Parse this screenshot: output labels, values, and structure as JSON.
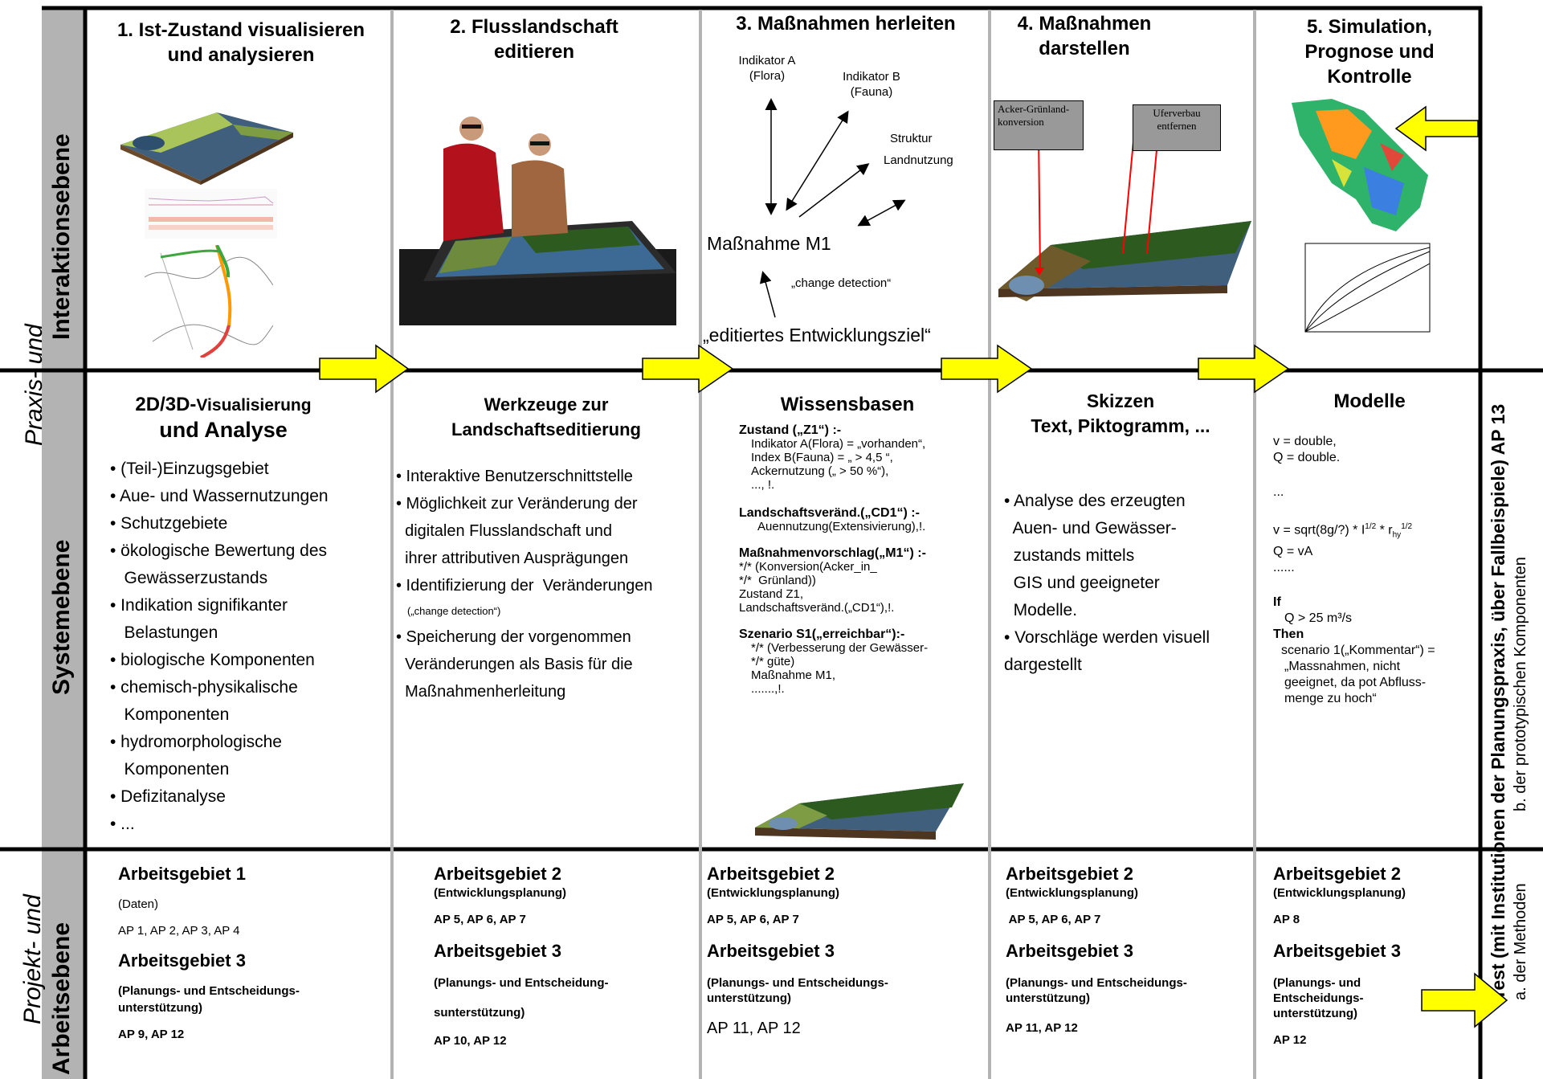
{
  "colors": {
    "band": "#b3b3b3",
    "arrow_fill": "#ffff00",
    "callout": "#999999",
    "red": "#ff0000"
  },
  "rows": {
    "outer_top": "Praxis- und",
    "interaktion": "Interaktionsebene",
    "system": "Systemebene",
    "outer_bottom": "Projekt- und",
    "arbeit": "Arbeitsebene"
  },
  "right_label": {
    "line1": "Test (mit Institutionen der Planungspraxis, über Fallbeispiele) AP 13",
    "line2a": "a.   der Methoden",
    "line2b": "b. der prototypischen Komponenten"
  },
  "columns": [
    {
      "title": "1. Ist-Zustand visualisieren und analysieren"
    },
    {
      "title": "2. Flusslandschaft editieren"
    },
    {
      "title": "3. Maßnahmen herleiten"
    },
    {
      "title": "4. Maßnahmen darstellen"
    },
    {
      "title": "5. Simulation, Prognose und Kontrolle"
    }
  ],
  "col3_diagram": {
    "ind_a_1": "Indikator A",
    "ind_a_2": "(Flora)",
    "ind_b_1": "Indikator B",
    "ind_b_2": "(Fauna)",
    "struktur": "Struktur",
    "landnutzung": "Landnutzung",
    "massnahme": "Maßnahme M1",
    "change": "„change detection“",
    "ziel": "„editiertes Entwicklungsziel“"
  },
  "col4_callouts": {
    "c1": "Acker-Grünland-konversion",
    "c2": "Uferverbau entfernen"
  },
  "system": {
    "c1": {
      "title_a": "2D/3D-",
      "title_b": "Visualisierung",
      "title_c": "und Analyse",
      "items": [
        "• (Teil-)Einzugsgebiet",
        "• Aue- und Wassernutzungen",
        "• Schutzgebiete",
        "• ökologische Bewertung des",
        "   Gewässerzustands",
        "• Indikation signifikanter",
        "   Belastungen",
        "• biologische Komponenten",
        "• chemisch-physikalische",
        "   Komponenten",
        "• hydromorphologische",
        "   Komponenten",
        "• Defizitanalyse",
        "• ..."
      ]
    },
    "c2": {
      "title": "Werkzeuge zur Landschaftseditierung",
      "items": [
        "• Interaktive Benutzerschnittstelle",
        "• Möglichkeit zur Veränderung der",
        "  digitalen Flusslandschaft und",
        "  ihrer attributiven Ausprägungen",
        "• Identifizierung der  Veränderungen"
      ],
      "small": "(„change detection“)",
      "items2": [
        "• Speicherung der vorgenommen",
        "  Veränderungen als Basis für die",
        "  Maßnahmenherleitung"
      ]
    },
    "c3": {
      "title": "Wissensbasen",
      "z_head": "Zustand („Z1“) :-",
      "z_lines": [
        "Indikator A(Flora) = „vorhanden“,",
        "Index B(Fauna) = „ > 4,5 “,",
        "Ackernutzung („ > 50 %“),",
        "..., !."
      ],
      "l_head": "Landschaftsveränd.(„CD1“) :-",
      "l_lines": [
        "Auennutzung(Extensivierung),!."
      ],
      "m_head": "Maßnahmenvorschlag(„M1“) :-",
      "m_lines": [
        "*/* (Konversion(Acker_in_",
        "*/*  Grünland))",
        "Zustand Z1,",
        "Landschaftsveränd.(„CD1“),!."
      ],
      "s_head": "Szenario S1(„erreichbar“):-",
      "s_lines": [
        "*/* (Verbesserung der Gewässer-",
        "*/* güte)",
        "Maßnahme M1,",
        ".......,!."
      ]
    },
    "c4": {
      "title_a": "Skizzen",
      "title_b": "Text, Piktogramm, ...",
      "items": [
        "• Analyse des erzeugten",
        "  Auen- und Gewässer-",
        "  zustands mittels",
        "  GIS und geeigneter",
        "  Modelle.",
        "• Vorschläge werden visuell",
        "dargestellt"
      ]
    },
    "c5": {
      "title": "Modelle",
      "l1": "v = double,",
      "l2": "Q = double.",
      "l3": "...",
      "l4": "v = sqrt(8g/?) * I",
      "l4sup": "1/2",
      "l4b": " * r",
      "l4sub": "hy",
      "l4sup2": "1/2",
      "l5": "Q = vA",
      "l6": "......",
      "l7": "If",
      "l8": "Q > 25 m³/s",
      "l9": "Then",
      "l10": "scenario 1(„Kommentar“) =",
      "l11": "„Massnahmen, nicht",
      "l12": "geeignet, da pot Abfluss-",
      "l13": "menge zu hoch“"
    }
  },
  "arbeit": {
    "c1": {
      "h1": "Arbeitsgebiet 1",
      "s1": "(Daten)",
      "a1": "AP 1, AP 2, AP 3, AP 4",
      "h2": "Arbeitsgebiet 3",
      "s2": "(Planungs- und Entscheidungs-",
      "s2b": "unterstützung)",
      "a2": "AP 9, AP 12"
    },
    "c2": {
      "h1": "Arbeitsgebiet 2",
      "s1": "(Entwicklungsplanung)",
      "a1": "AP 5, AP 6, AP 7",
      "h2": "Arbeitsgebiet 3",
      "s2": "(Planungs- und Entscheidung-",
      "s2b": "sunterstützung)",
      "a2": "AP 10, AP 12"
    },
    "c3": {
      "h1": "Arbeitsgebiet 2",
      "s1": "(Entwicklungsplanung)",
      "a1": "AP 5, AP 6, AP 7",
      "h2": "Arbeitsgebiet 3",
      "s2": "(Planungs- und Entscheidungs-",
      "s2b": "unterstützung)",
      "a2": "AP 11, AP 12"
    },
    "c4": {
      "h1": "Arbeitsgebiet 2",
      "s1": "(Entwicklungsplanung)",
      "a1": " AP 5, AP 6, AP 7",
      "h2": "Arbeitsgebiet 3",
      "s2": "(Planungs- und Entscheidungs-",
      "s2b": "unterstützung)",
      "a2": "AP 11, AP 12"
    },
    "c5": {
      "h1": "Arbeitsgebiet 2",
      "s1": "(Entwicklungsplanung)",
      "a1": "AP 8",
      "h2": "Arbeitsgebiet 3",
      "s2": "(Planungs- und",
      "s2b": "Entscheidungs-",
      "s2c": "unterstützung)",
      "a2": "AP 12"
    }
  }
}
